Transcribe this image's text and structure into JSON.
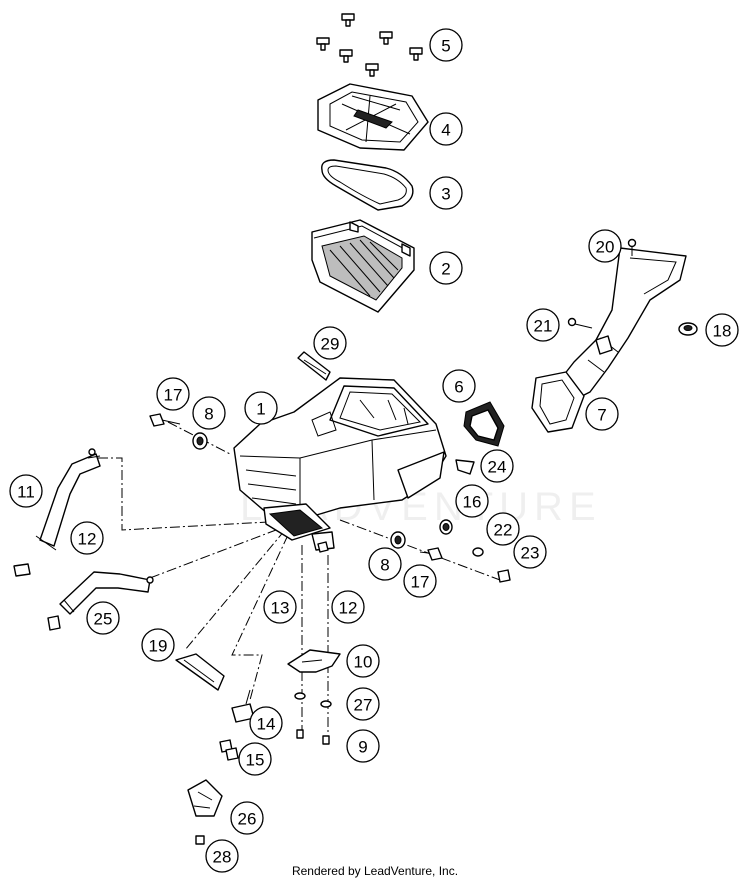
{
  "callouts": [
    {
      "label": "1"
    },
    {
      "label": "2"
    },
    {
      "label": "3"
    },
    {
      "label": "4"
    },
    {
      "label": "5"
    },
    {
      "label": "6"
    },
    {
      "label": "7"
    },
    {
      "label": "8"
    },
    {
      "label": "8"
    },
    {
      "label": "9"
    },
    {
      "label": "10"
    },
    {
      "label": "11"
    },
    {
      "label": "12"
    },
    {
      "label": "12"
    },
    {
      "label": "13"
    },
    {
      "label": "14"
    },
    {
      "label": "15"
    },
    {
      "label": "16"
    },
    {
      "label": "17"
    },
    {
      "label": "17"
    },
    {
      "label": "18"
    },
    {
      "label": "19"
    },
    {
      "label": "20"
    },
    {
      "label": "21"
    },
    {
      "label": "22"
    },
    {
      "label": "23"
    },
    {
      "label": "24"
    },
    {
      "label": "25"
    },
    {
      "label": "26"
    },
    {
      "label": "27"
    },
    {
      "label": "28"
    },
    {
      "label": "29"
    }
  ],
  "watermark": "LEADVENTURE",
  "footer": "Rendered by LeadVenture, Inc."
}
